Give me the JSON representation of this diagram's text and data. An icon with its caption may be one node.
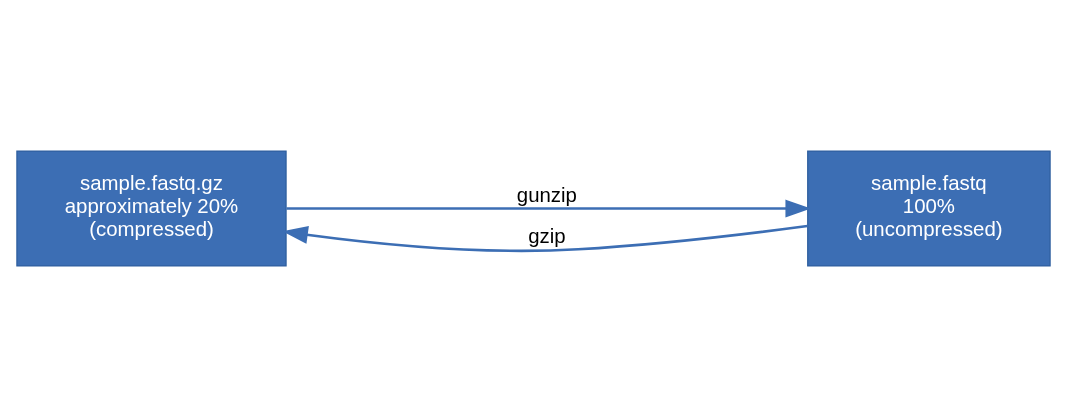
{
  "diagram": {
    "nodes": [
      {
        "text": [
          "sample.fastq.gz",
          "approximately 20%",
          "(compressed)"
        ]
      },
      {
        "text": [
          "sample.fastq",
          "100%",
          "(uncompressed)"
        ]
      }
    ],
    "edges": [
      {
        "from": 0,
        "to": 1,
        "arrow": "to",
        "label": "gunzip"
      },
      {
        "from": 1,
        "to": 0,
        "arrow": "to",
        "label": "gzip"
      }
    ]
  }
}
